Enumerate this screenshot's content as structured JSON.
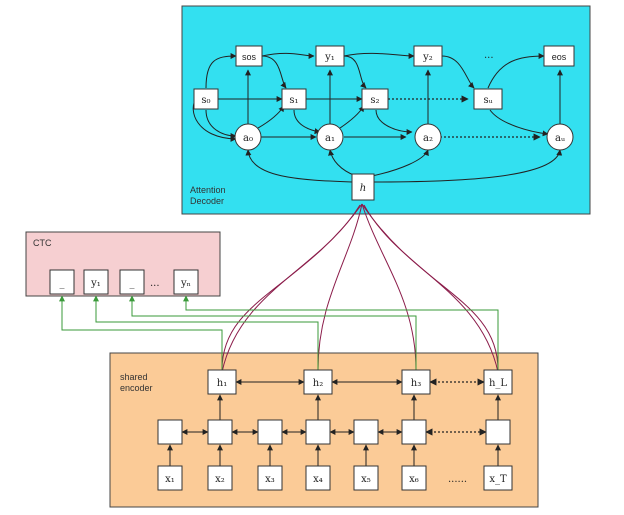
{
  "regions": {
    "decoder_label": [
      "Attention",
      "Decoder"
    ],
    "ctc_label": "CTC",
    "encoder_label": [
      "shared",
      "encoder"
    ]
  },
  "decoder": {
    "outputs": [
      "sos",
      "y₁",
      "y₂",
      "eos"
    ],
    "states": [
      "s₀",
      "s₁",
      "s₂",
      "sᵤ"
    ],
    "attention": [
      "a₀",
      "a₁",
      "a₂",
      "aᵤ"
    ],
    "context": "h",
    "ellipsis": "..."
  },
  "ctc": {
    "tokens": [
      "_",
      "y₁",
      "_",
      "yₙ"
    ],
    "ellipsis": "..."
  },
  "encoder": {
    "hidden": [
      "h₁",
      "h₂",
      "h₃",
      "h_L"
    ],
    "inputs": [
      "x₁",
      "x₂",
      "x₃",
      "x₄",
      "x₅",
      "x₆",
      "x_T"
    ],
    "ellipsis": "......"
  },
  "colors": {
    "decoder_fill": "#33e0f0",
    "ctc_fill": "#f6cfd1",
    "encoder_fill": "#fbcb97",
    "attention_links": "#8b1c4a",
    "ctc_links": "#3a9a3a"
  }
}
